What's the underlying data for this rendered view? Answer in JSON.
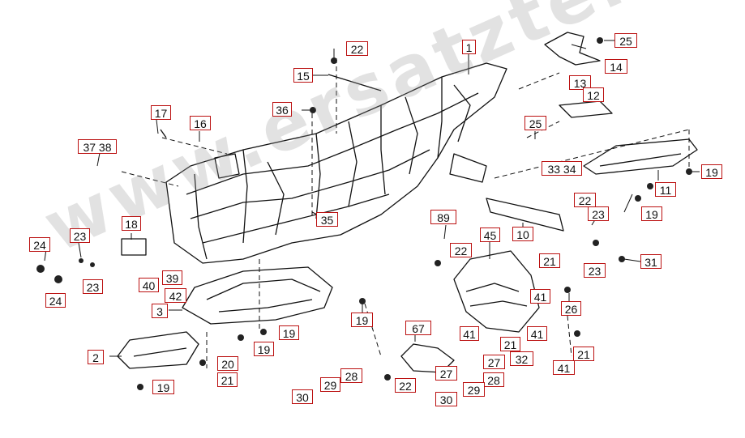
{
  "diagram": {
    "watermark": "www.ersatzteile.de",
    "callouts": {
      "c1": "1",
      "c2": "2",
      "c3": "3",
      "c4_5": "45",
      "c6_7": "67",
      "c8_9": "89",
      "c10": "10",
      "c11": "11",
      "c12": "12",
      "c13": "13",
      "c14": "14",
      "c15": "15",
      "c16": "16",
      "c17": "17",
      "c18": "18",
      "c19a": "19",
      "c19b": "19",
      "c19c": "19",
      "c19d": "19",
      "c19e": "19",
      "c19f": "19",
      "c20": "20",
      "c21a": "21",
      "c21b": "21",
      "c21c": "21",
      "c21d": "21",
      "c22a": "22",
      "c22b": "22",
      "c22c": "22",
      "c22d": "22",
      "c23a": "23",
      "c23b": "23",
      "c23c": "23",
      "c23d": "23",
      "c24a": "24",
      "c24b": "24",
      "c25a": "25",
      "c25b": "25",
      "c26": "26",
      "c27a": "27",
      "c27b": "27",
      "c28a": "28",
      "c28b": "28",
      "c29a": "29",
      "c29b": "29",
      "c30a": "30",
      "c30b": "30",
      "c31": "31",
      "c32": "32",
      "c33_34": "33 34",
      "c35": "35",
      "c36": "36",
      "c37_38": "37 38",
      "c39": "39",
      "c40": "40",
      "c41a": "41",
      "c41b": "41",
      "c41c": "41",
      "c41d": "41",
      "c42": "42"
    }
  }
}
